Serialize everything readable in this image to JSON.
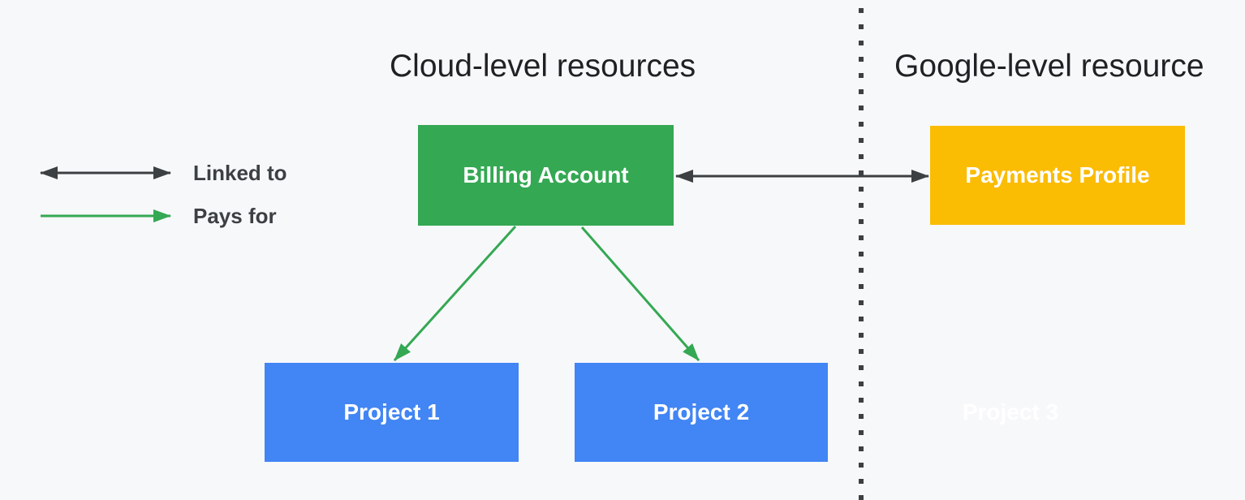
{
  "headings": {
    "left": "Cloud-level resources",
    "right": "Google-level resource"
  },
  "legend": {
    "items": [
      {
        "id": "linked-to",
        "label": "Linked to",
        "arrow_style": "double-headed",
        "arrow_color": "#3C4043"
      },
      {
        "id": "pays-for",
        "label": "Pays for",
        "arrow_style": "single-headed",
        "arrow_color": "#34A853"
      }
    ]
  },
  "nodes": {
    "billing_account": {
      "label": "Billing Account",
      "fill": "#34A853",
      "text_color": "#FFFFFF",
      "side": "cloud-level"
    },
    "payments_profile": {
      "label": "Payments Profile",
      "fill": "#FBBC04",
      "text_color": "#FFFFFF",
      "side": "google-level"
    },
    "project_1": {
      "label": "Project 1",
      "fill": "#4285F4",
      "text_color": "#FFFFFF",
      "side": "cloud-level"
    },
    "project_2": {
      "label": "Project 2",
      "fill": "#4285F4",
      "text_color": "#FFFFFF",
      "side": "cloud-level"
    },
    "project_3": {
      "label": "Project 3",
      "fill": "none",
      "text_color": "#FFFFFF",
      "side": "google-level"
    }
  },
  "connectors": [
    {
      "from": "billing_account",
      "to": "payments_profile",
      "type": "linked-to",
      "color": "#3C4043"
    },
    {
      "from": "billing_account",
      "to": "project_1",
      "type": "pays-for",
      "color": "#34A853"
    },
    {
      "from": "billing_account",
      "to": "project_2",
      "type": "pays-for",
      "color": "#34A853"
    }
  ],
  "separator": {
    "style": "dotted-vertical",
    "color": "#3C4043"
  },
  "colors": {
    "background": "#F7F8FA",
    "heading_text": "#202124",
    "legend_text": "#3C4043",
    "green": "#34A853",
    "yellow": "#FBBC04",
    "blue": "#4285F4",
    "dark_gray": "#3C4043"
  }
}
